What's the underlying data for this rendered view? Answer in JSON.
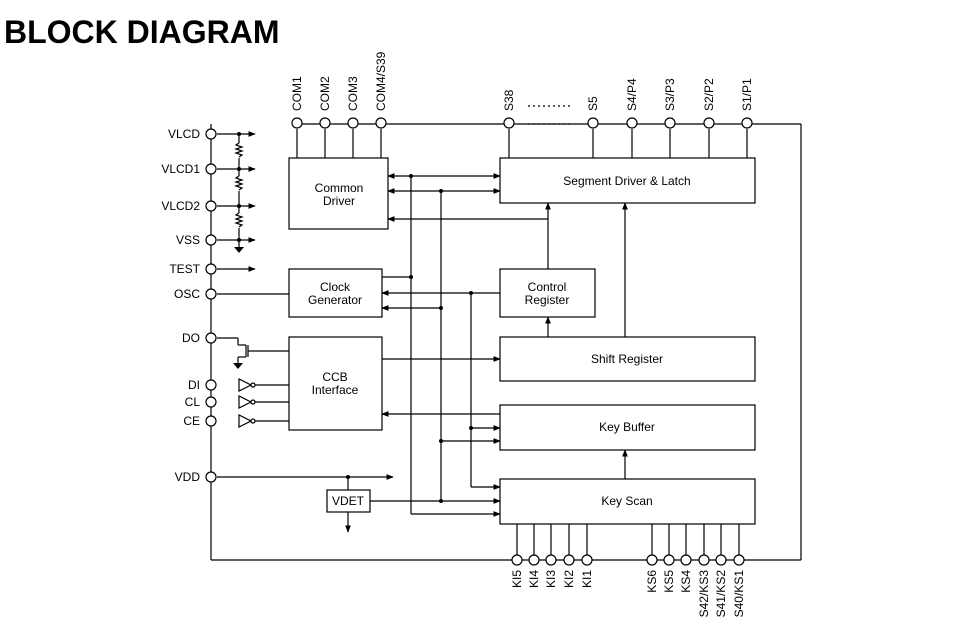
{
  "title": "BLOCK DIAGRAM",
  "left_pins": [
    "VLCD",
    "VLCD1",
    "VLCD2",
    "VSS",
    "TEST",
    "OSC",
    "DO",
    "DI",
    "CL",
    "CE",
    "VDD"
  ],
  "top_pins": [
    "COM1",
    "COM2",
    "COM3",
    "COM4/S39",
    "S38",
    "S5",
    "S4/P4",
    "S3/P3",
    "S2/P2",
    "S1/P1"
  ],
  "bottom_pins_left": [
    "KI5",
    "KI4",
    "KI3",
    "KI2",
    "KI1"
  ],
  "bottom_pins_right": [
    "KS6",
    "KS5",
    "KS4",
    "S42/KS3",
    "S41/KS2",
    "S40/KS1"
  ],
  "blocks": {
    "common_driver": [
      "Common",
      "Driver"
    ],
    "clock_generator": [
      "Clock",
      "Generator"
    ],
    "ccb_interface": [
      "CCB",
      "Interface"
    ],
    "vdet": "VDET",
    "segment_driver": "Segment Driver & Latch",
    "control_register": [
      "Control",
      "Register"
    ],
    "shift_register": "Shift Register",
    "key_buffer": "Key Buffer",
    "key_scan": "Key Scan"
  }
}
